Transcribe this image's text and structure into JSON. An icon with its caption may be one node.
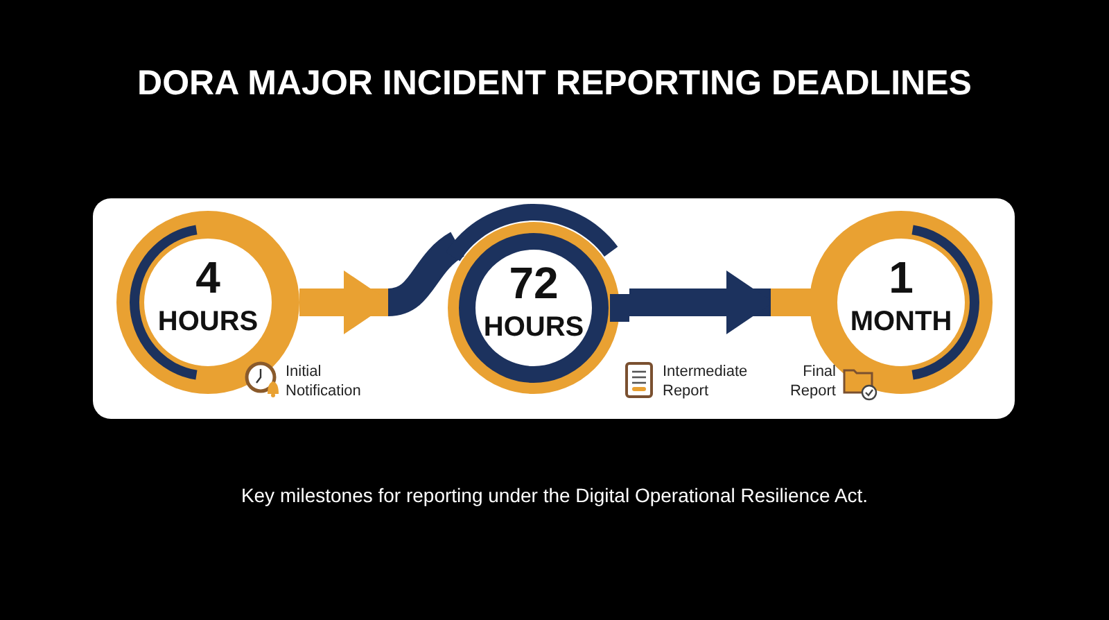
{
  "diagram": {
    "title": "DORA MAJOR INCIDENT REPORTING DEADLINES",
    "caption": "Key milestones for reporting under the Digital Operational Resilience Act.",
    "nodes": [
      {
        "text": [
          "4",
          "HOURS"
        ],
        "beside": [
          "Initial Notification"
        ]
      },
      {
        "text": [
          "72",
          "HOURS"
        ],
        "beside": [
          "Intermediate Report"
        ]
      },
      {
        "text": [
          "1",
          "MONTH"
        ],
        "beside": [
          "Final Report"
        ]
      }
    ],
    "edges": [
      {
        "from": 0,
        "to": 1,
        "arrow": "to",
        "color": "#e9a132"
      },
      {
        "from": 1,
        "to": 2,
        "arrow": "to",
        "color": "#1c325e"
      }
    ]
  }
}
